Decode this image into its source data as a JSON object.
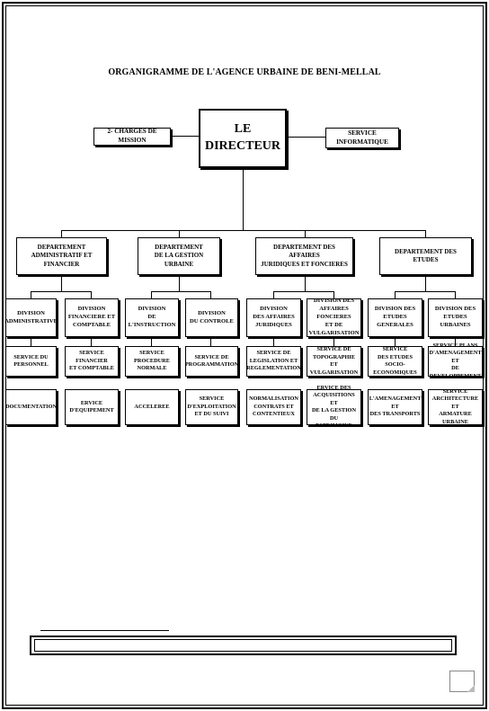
{
  "title": "ORGANIGRAMME DE L'AGENCE URBAINE DE BENI-MELLAL",
  "director": "LE DIRECTEUR",
  "left_staff": "2- CHARGES DE MISSION",
  "right_staff": "SERVICE INFORMATIQUE",
  "departments": [
    "DEPARTEMENT\nADMINISTRATIF ET FINANCIER",
    "DEPARTEMENT\nDE LA GESTION URBAINE",
    "DEPARTEMENT DES AFFAIRES\nJURIDIQUES ET FONCIERES",
    "DEPARTEMENT DES ETUDES"
  ],
  "divisions": [
    "DIVISION\nADMINISTRATIVE",
    "DIVISION\nFINANCIERE ET\nCOMPTABLE",
    "DIVISION\nDE L'INSTRUCTION",
    "DIVISION\nDU CONTROLE",
    "DIVISION\nDES AFFAIRES\nJURIDIQUES",
    "DIVISION DES\nAFFAIRES FONCIERES\nET DE VULGARISATION",
    "DIVISION DES\nETUDES\nGENERALES",
    "DIVISION DES\nETUDES\nURBAINES"
  ],
  "services_row1": [
    "SERVICE DU\nPERSONNEL",
    "SERVICE FINANCIER\nET COMPTABLE",
    "SERVICE PROCEDURE\nNORMALE",
    "SERVICE DE\nPROGRAMMATION",
    "SERVICE DE\nLEGISLATION ET\nREGLEMENTATION",
    "SERVICE DE\nTOPOGRAPHIE ET\nVULGARISATION",
    "SERVICE\nDES ETUDES\nSOCIO-ECONOMIQUES",
    "SERVICE PLANS\nD'AMENAGEMENT ET\nDE DEVELOPPEMENT"
  ],
  "services_row2": [
    "DOCUMENTATION",
    "ERVICE\nD'EQUIPEMENT",
    "ACCELEREE",
    "SERVICE\nD'EXPLOITATION\nET DU SUIVI",
    "NORMALISATION\nCONTRATS ET\nCONTENTIEUX",
    "ERVICE DES\nACQUISITIONS ET\nDE LA GESTION DU\nPATRIMOINE",
    "L'AMENAGEMENT ET\nDES TRANSPORTS",
    "SERVICE\nARCHITECTURE ET\nARMATURE URBAINE"
  ]
}
